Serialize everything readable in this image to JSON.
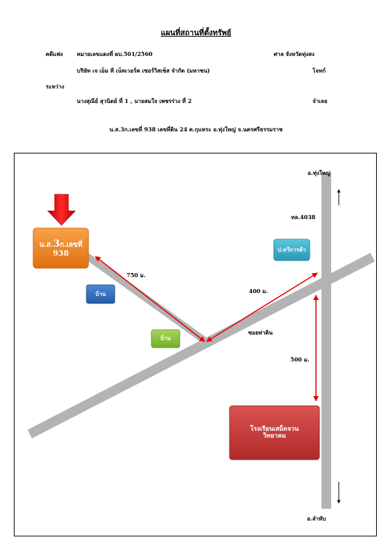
{
  "header": {
    "title": "แผนที่สถานที่ตั้งทรัพย์",
    "case_label": "คดีแพ่ง",
    "case_number": "หมายเลขแดงที่  ผบ.501/2560",
    "court": "ศาล จังหวัดทุ่งสง",
    "plaintiff": "บริษัท เจ เอ็ม ที เน็ทเวอร์ค เซอร์วิสเซ็ส จำกัด (มหาชน)",
    "plaintiff_role": "โจทก์",
    "between_label": "ระหว่าง",
    "defendants": "นางสุณีย์  สุวนิตย์ ที่ 1 , นายสมใจ  เพชรร่วง ที่ 2",
    "defendant_role": "จำเลย",
    "deed_line": "น.ส.3ก.เลขที่   938    เลขที่ดิน   24    ต.กุแหระ   อ.ทุ่งใหญ่   จ.นครศรีธรรมราช"
  },
  "map": {
    "north_label": "อ.ทุ่งใหญ่",
    "south_label": "อ.ลำทับ",
    "road_label": "ทล.4038",
    "soi_label": "ซอยท่าดิน",
    "property": {
      "prefix": "น.ส.",
      "big": "3",
      "suffix": "ก.เลขที่",
      "number": "938"
    },
    "shop_label": "ป.ทวีการค้า",
    "house1_label": "บ้าน",
    "house2_label": "บ้าน",
    "school_line1": "โรงเรียนเสม็ดจวน",
    "school_line2": "วิทยาคม",
    "dist_750": "750 ม.",
    "dist_400": "400 ม.",
    "dist_500": "500 ม."
  },
  "colors": {
    "road": "#b3b3b3",
    "arrow_red": "#e00000",
    "property_orange": "#f0851f",
    "shop_teal": "#3ab0c9",
    "house_blue": "#2f6fbb",
    "house_green": "#8cc63f",
    "school_red": "#c93a3a"
  }
}
